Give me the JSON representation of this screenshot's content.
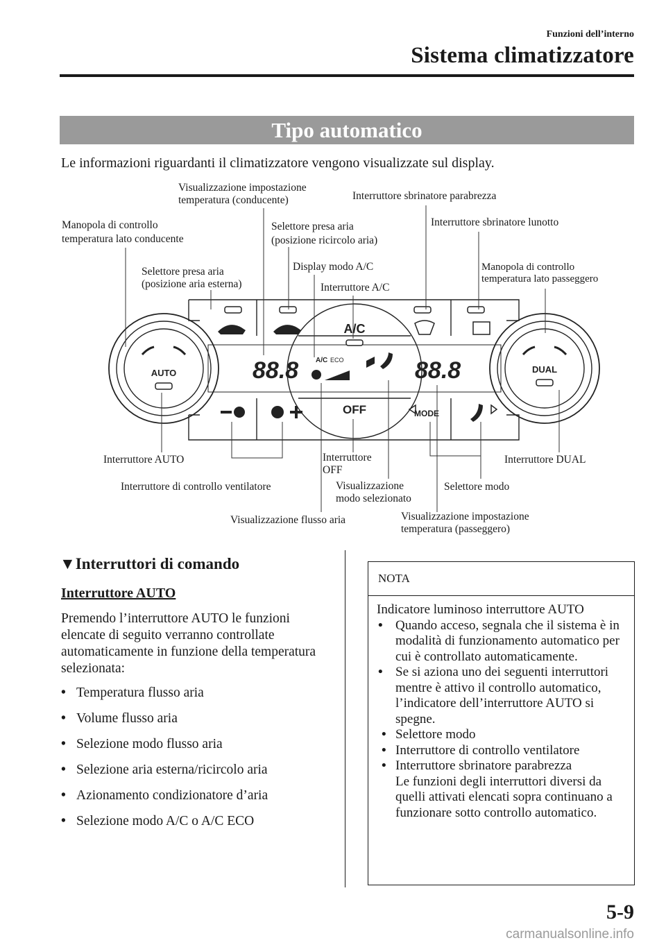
{
  "header": {
    "section": "Funzioni dell’interno",
    "title": "Sistema climatizzatore"
  },
  "banner": "Tipo automatico",
  "intro": "Le informazioni riguardanti il climatizzatore vengono visualizzate sul display.",
  "diagram": {
    "labels": {
      "temp_display_driver_l1": "Visualizzazione impostazione",
      "temp_display_driver_l2": "temperatura (conducente)",
      "windshield_defrost": "Interruttore sbrinatore parabrezza",
      "driver_knob_l1": "Manopola di controllo",
      "driver_knob_l2": "temperatura lato conducente",
      "recirc_l1": "Selettore presa aria",
      "recirc_l2": "(posizione ricircolo aria)",
      "rear_defrost": "Interruttore sbrinatore lunotto",
      "outside_air_l1": "Selettore presa aria",
      "outside_air_l2": "(posizione aria esterna)",
      "ac_mode_display": "Display modo A/C",
      "passenger_knob_l1": "Manopola di controllo",
      "passenger_knob_l2": "temperatura lato passeggero",
      "ac_switch": "Interruttore A/C",
      "auto_switch": "Interruttore AUTO",
      "off_switch_l1": "Interruttore",
      "off_switch_l2": "OFF",
      "dual_switch": "Interruttore DUAL",
      "fan_control": "Interruttore di controllo ventilatore",
      "mode_display_l1": "Visualizzazione",
      "mode_display_l2": "modo selezionato",
      "mode_selector": "Selettore modo",
      "airflow_display": "Visualizzazione flusso aria",
      "temp_display_pass_l1": "Visualizzazione impostazione",
      "temp_display_pass_l2": "temperatura (passeggero)"
    },
    "panel_text": {
      "auto": "AUTO",
      "dual": "DUAL",
      "ac": "A/C",
      "off": "OFF",
      "mode": "MODE",
      "ac_small": "A/C",
      "eco": "ECO",
      "temp_left": "88.8",
      "temp_right": "88.8",
      "minus": "–",
      "plus": "+"
    }
  },
  "section": {
    "heading": "Interruttori di comando",
    "subheading": "Interruttore AUTO",
    "paragraph": "Premendo l’interruttore AUTO le funzioni elencate di seguito verranno controllate automaticamente in funzione della temperatura selezionata:",
    "bullets": [
      "Temperatura flusso aria",
      "Volume flusso aria",
      "Selezione modo flusso aria",
      "Selezione aria esterna/ricircolo aria",
      "Azionamento condizionatore d’aria",
      "Selezione modo A/C o A/C ECO"
    ]
  },
  "nota": {
    "title": "NOTA",
    "intro": "Indicatore luminoso interruttore AUTO",
    "item1": "Quando acceso, segnala che il sistema è in modalità di funzionamento automatico per cui è controllato automaticamente.",
    "item2": "Se si aziona uno dei seguenti interruttori mentre è attivo il controllo automatico, l’indicatore dell’interruttore AUTO si spegne.",
    "subitems": [
      "Selettore modo",
      "Interruttore di controllo ventilatore",
      "Interruttore sbrinatore parabrezza"
    ],
    "closing": "Le funzioni degli interruttori diversi da quelli attivati elencati sopra continuano a funzionare sotto controllo automatico."
  },
  "page_number": "5-9",
  "watermark": "carmanualsonline.info"
}
